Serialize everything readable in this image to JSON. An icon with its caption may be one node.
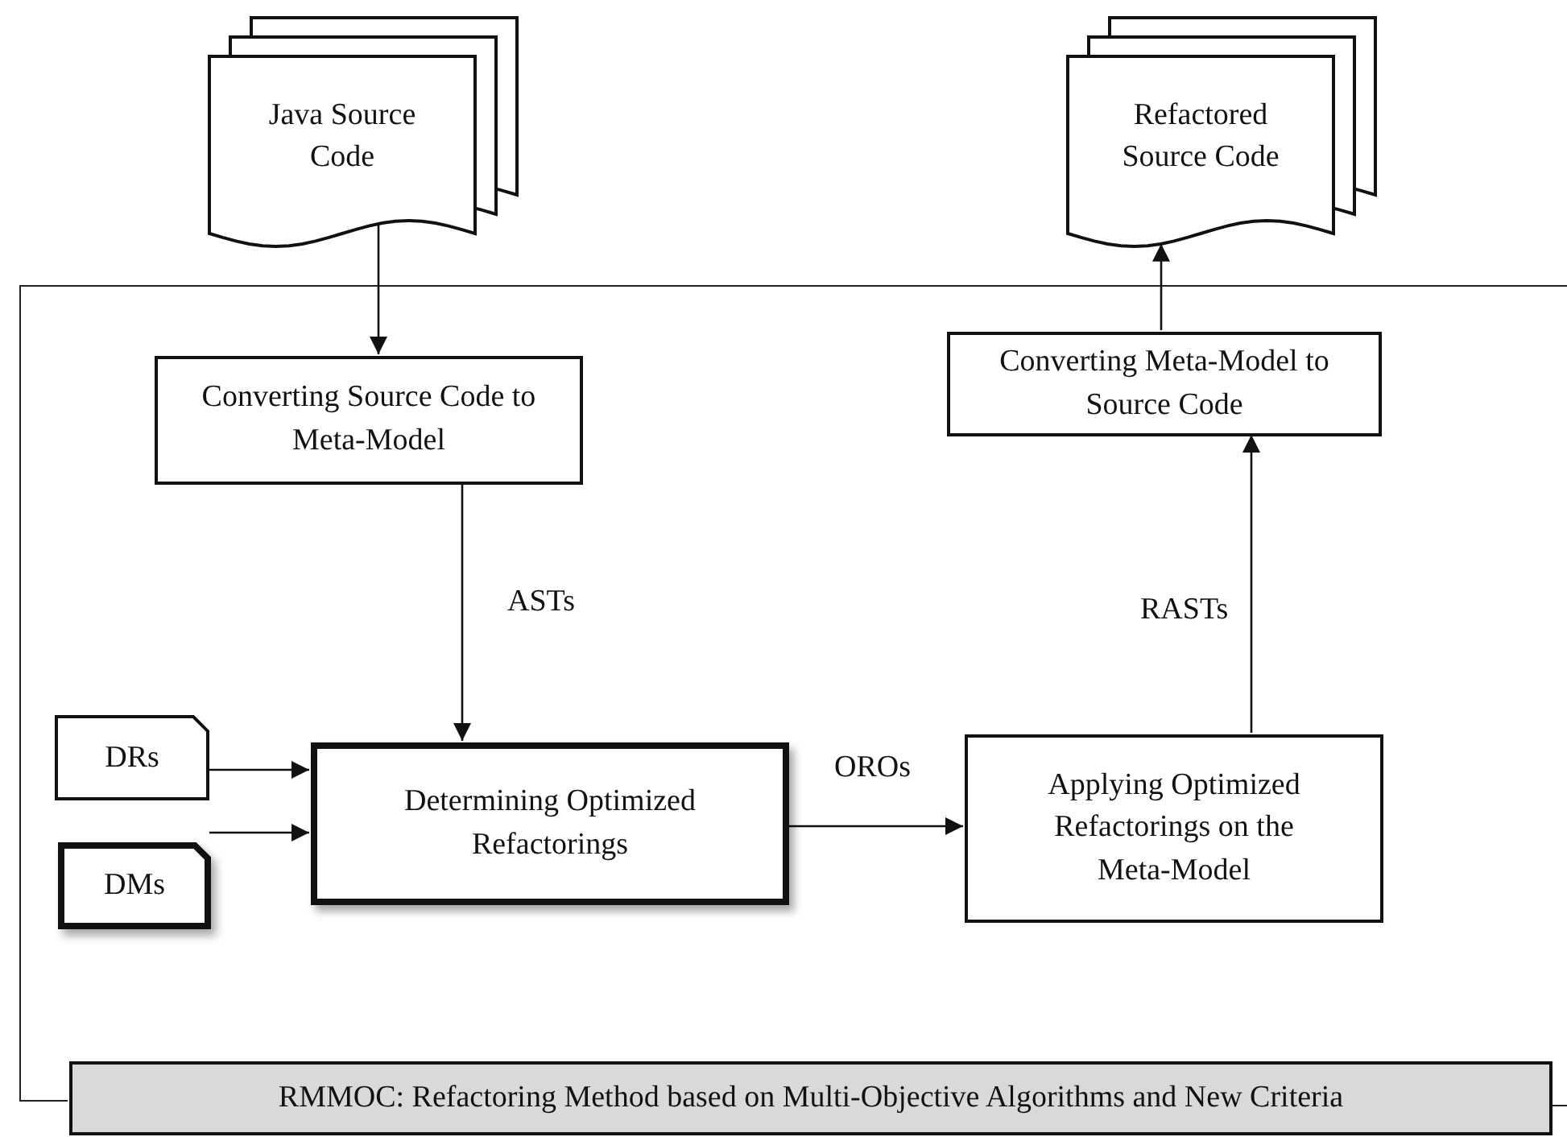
{
  "diagram": {
    "nodes": [
      {
        "text": [
          "RMMOC: Refactoring Method based on Multi-Objective Algorithms and New Criteria"
        ]
      },
      {
        "text": [
          "Java Source Code"
        ]
      },
      {
        "text": [
          "Refactored Source Code"
        ]
      },
      {
        "text": [
          "Converting Source Code to Meta-Model"
        ],
        "in": 0
      },
      {
        "text": [
          "Converting Meta-Model to Source Code"
        ],
        "in": 0
      },
      {
        "text": [
          "DRs"
        ],
        "in": 0
      },
      {
        "text": [
          "DMs"
        ],
        "in": 0
      },
      {
        "text": [
          "Determining Optimized Refactorings"
        ],
        "in": 0
      },
      {
        "text": [
          "Applying Optimized Refactorings on the Meta-Model"
        ],
        "in": 0
      }
    ],
    "edges": [
      {
        "from": 1,
        "to": 3,
        "arrow": "to"
      },
      {
        "from": 3,
        "to": 7,
        "arrow": "to",
        "label": "ASTs"
      },
      {
        "from": 5,
        "to": 7,
        "arrow": "to"
      },
      {
        "from": 6,
        "to": 7,
        "arrow": "to"
      },
      {
        "from": 7,
        "to": 8,
        "arrow": "to",
        "label": "OROs"
      },
      {
        "from": 8,
        "to": 4,
        "arrow": "to",
        "label": "RASTs"
      },
      {
        "from": 4,
        "to": 2,
        "arrow": "to"
      }
    ]
  }
}
